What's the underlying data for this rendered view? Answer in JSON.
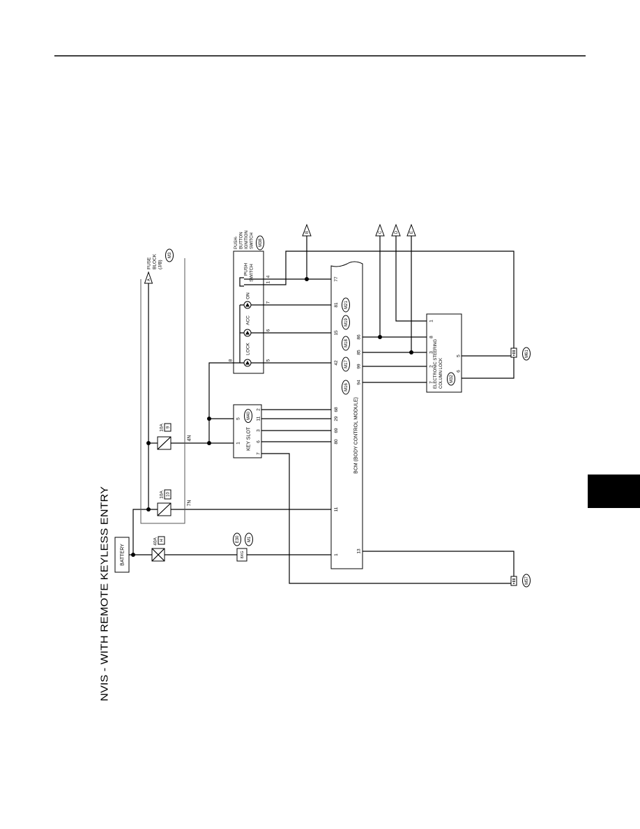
{
  "title": "NVIS - WITH REMOTE KEYLESS ENTRY",
  "battery": {
    "label": "BATTERY"
  },
  "fuse_main": {
    "rating": "40A",
    "location": "H"
  },
  "fuse_block": {
    "lines": [
      "FUSE",
      "BLOCK",
      "(J/B)"
    ],
    "connector": "M3",
    "arrow": "A",
    "fuse_a": {
      "rating": "10A",
      "number": "10",
      "wire": "7N"
    },
    "fuse_b": {
      "rating": "10A",
      "number": "9",
      "wire": "4N"
    }
  },
  "joint_connector": {
    "label": "8XG",
    "connectors": [
      "E30",
      "M1"
    ]
  },
  "key_slot": {
    "label": "KEY SLOT",
    "connector": "M40",
    "pins_left": [
      "5",
      "1"
    ],
    "pins_right": [
      "2",
      "11",
      "3",
      "6",
      "7"
    ]
  },
  "push_button_switch": {
    "lines": [
      "PUSH-",
      "BUTTON",
      "IGNITION",
      "SWITCH"
    ],
    "connector": "M38",
    "push_switch": [
      "PUSH",
      "SWITCH"
    ],
    "indicators": [
      "ON",
      "ACC",
      "LOCK"
    ],
    "pins_right": [
      "4",
      "1",
      "7",
      "6",
      "5"
    ],
    "pin_left": "8"
  },
  "offpage": [
    "B",
    "C",
    "D",
    "E"
  ],
  "bcm": {
    "label": "BCM (BODY CONTROL MODULE)",
    "connectors": [
      "M21",
      "M19",
      "M18",
      "M17",
      "M16"
    ],
    "pins_left": [
      "77",
      "81",
      "15",
      "42",
      "68",
      "29",
      "69",
      "80",
      "11",
      "1"
    ],
    "pins_right": [
      "86",
      "85",
      "99",
      "94",
      "13"
    ]
  },
  "escl": {
    "lines": [
      "ELECTRONIC STEERING",
      "COLUMN LOCK"
    ],
    "connector": "M32",
    "pins_left": [
      "1",
      "8",
      "3",
      "2",
      "7"
    ],
    "pins_right": [
      "5",
      "6"
    ]
  },
  "grounds": [
    "M61",
    "M57"
  ],
  "colors": {
    "line": "#000000",
    "tab": "#000000"
  }
}
